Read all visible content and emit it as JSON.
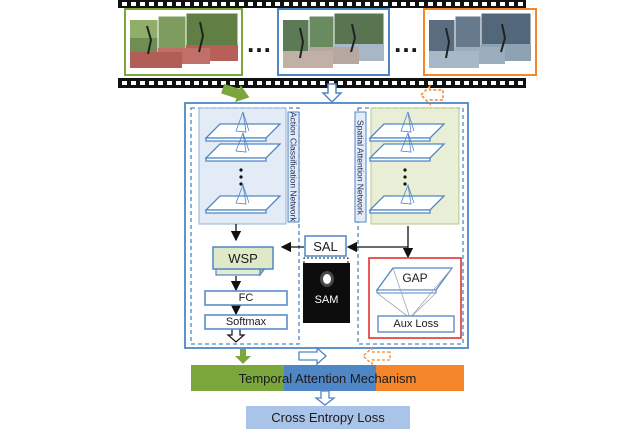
{
  "network_left": "Action Classification Network",
  "network_right": "Spatial Attention Network",
  "wsp": "WSP",
  "sal": "SAL",
  "sam": "SAM",
  "gap": "GAP",
  "aux_loss": "Aux Loss",
  "fc": "FC",
  "softmax": "Softmax",
  "temporal": "Temporal Attention Mechanism",
  "cross_entropy": "Cross Entropy Loss",
  "ellipsis": "…",
  "colors": {
    "green": "#7aa63c",
    "blue": "#4f86c6",
    "orange": "#f5862a",
    "red": "#e02424",
    "blue_fill": "#e3ebf7",
    "green_fill": "#e8efd6"
  }
}
